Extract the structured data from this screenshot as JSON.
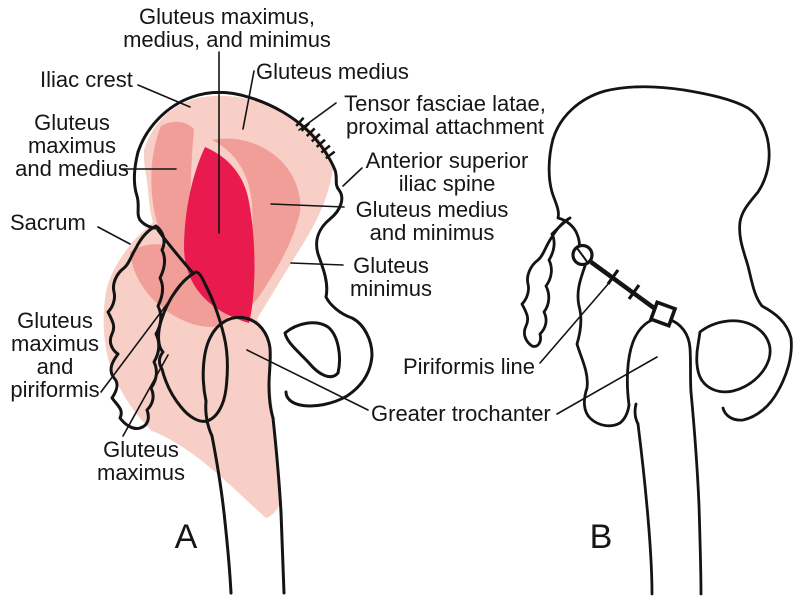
{
  "figure_name": "Gluteal muscle attachments diagram",
  "colors": {
    "shade_light": "#f8cfc6",
    "shade_medium": "#f19e98",
    "shade_dark": "#e91a4e",
    "outline": "#141414",
    "label_text": "#161616"
  },
  "panel_a": {
    "letter": "A",
    "labels": {
      "glutei_all": "Gluteus maximus,\nmedius, and minimus",
      "iliac_crest": "Iliac crest",
      "gluteus_medius": "Gluteus medius",
      "tensor": "Tensor fasciae latae,\nproximal attachment",
      "asis": "Anterior superior\niliac spine",
      "gmax_med": "Gluteus\nmaximus\nand medius",
      "sacrum": "Sacrum",
      "gmed_min": "Gluteus medius\nand minimus",
      "gmin": "Gluteus\nminimus",
      "gmax_piri": "Gluteus\nmaximus\nand\npiriformis",
      "gmax": "Gluteus\nmaximus"
    }
  },
  "panel_b": {
    "letter": "B",
    "labels": {
      "piriformis_line": "Piriformis line"
    },
    "markers": {
      "start": "circle-marker",
      "end": "square-marker",
      "tick_count": 2
    }
  },
  "shared_labels": {
    "greater_trochanter": "Greater trochanter"
  }
}
